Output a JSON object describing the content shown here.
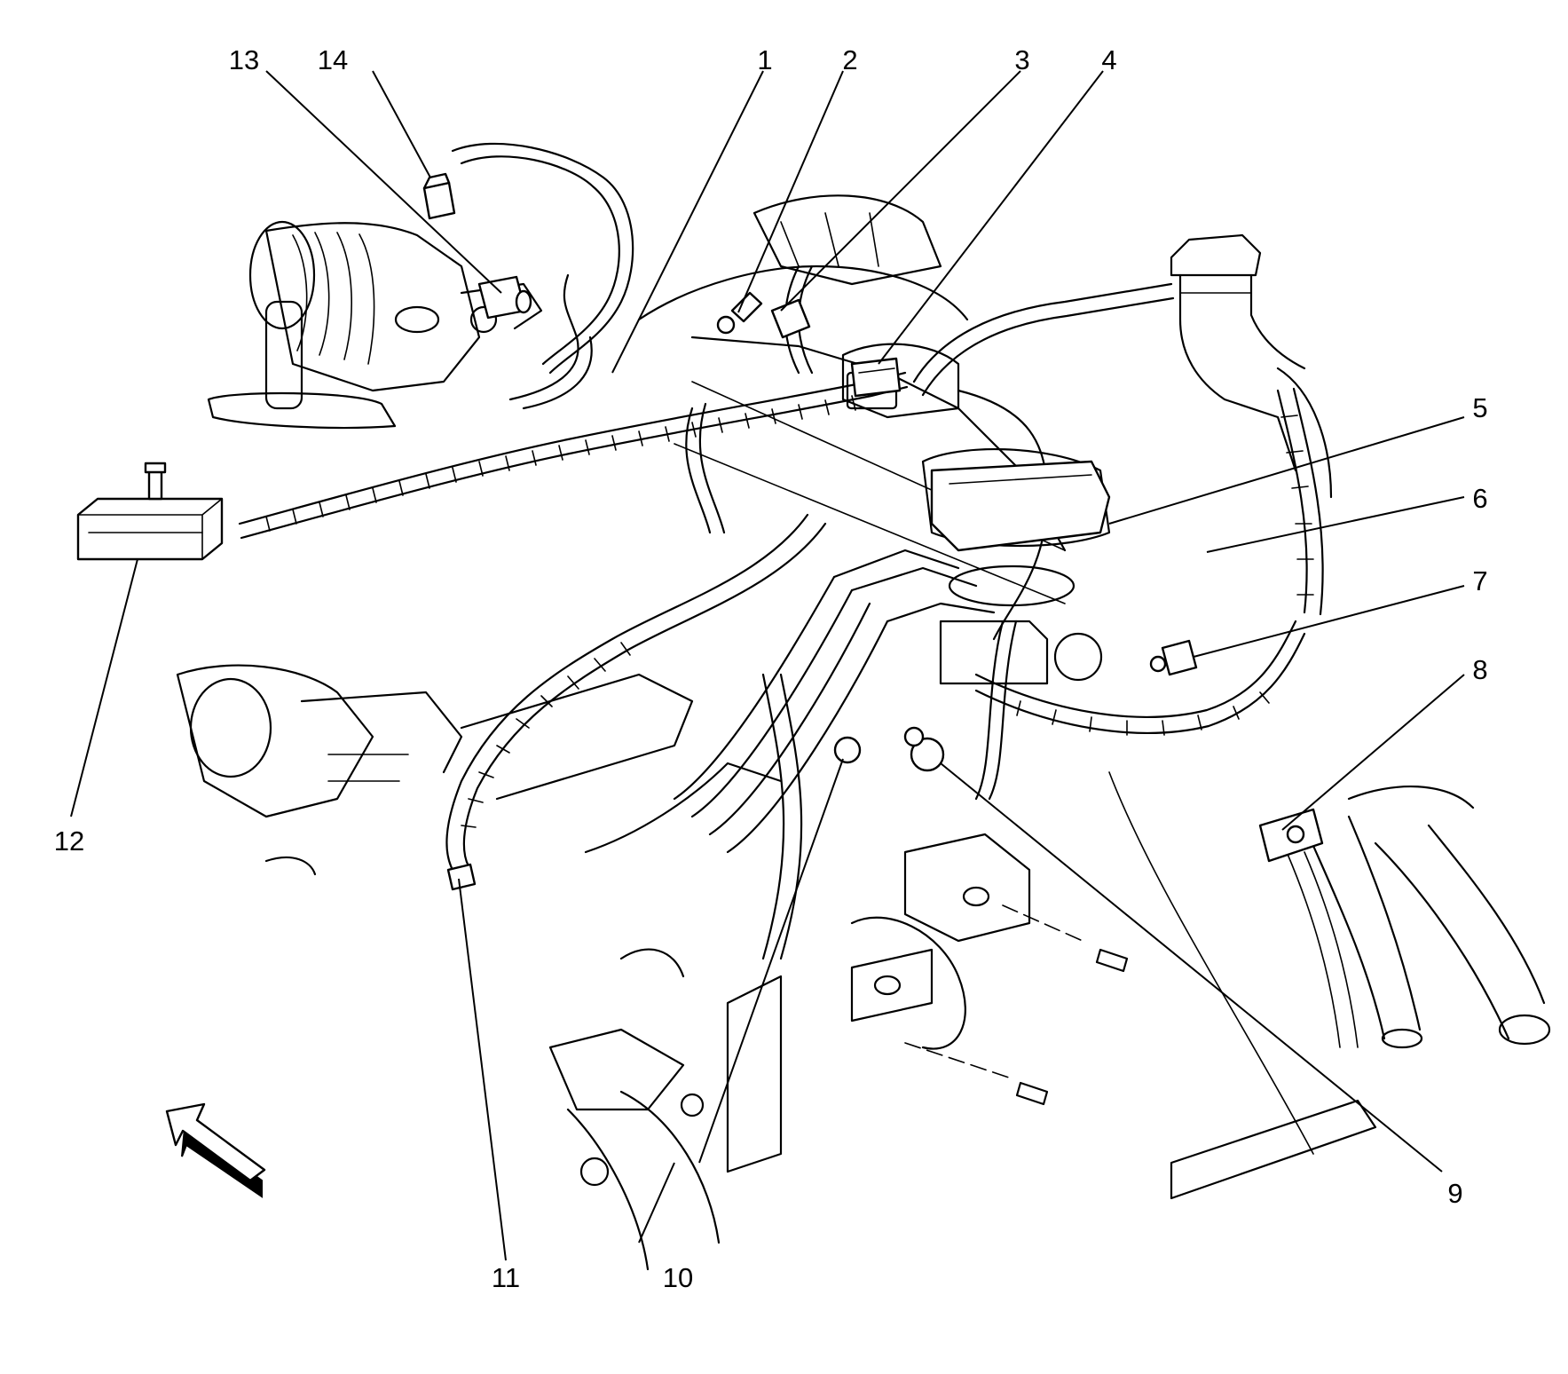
{
  "diagram": {
    "callouts": [
      {
        "id": "c1",
        "label": "1"
      },
      {
        "id": "c2",
        "label": "2"
      },
      {
        "id": "c3",
        "label": "3"
      },
      {
        "id": "c4",
        "label": "4"
      },
      {
        "id": "c5",
        "label": "5"
      },
      {
        "id": "c6",
        "label": "6"
      },
      {
        "id": "c7",
        "label": "7"
      },
      {
        "id": "c8",
        "label": "8"
      },
      {
        "id": "c9",
        "label": "9"
      },
      {
        "id": "c10",
        "label": "10"
      },
      {
        "id": "c11",
        "label": "11"
      },
      {
        "id": "c12",
        "label": "12"
      },
      {
        "id": "c13",
        "label": "13"
      },
      {
        "id": "c14",
        "label": "14"
      }
    ],
    "direction_arrow": "front-arrow-icon",
    "colors": {
      "line": "#000000",
      "background": "#ffffff"
    }
  }
}
